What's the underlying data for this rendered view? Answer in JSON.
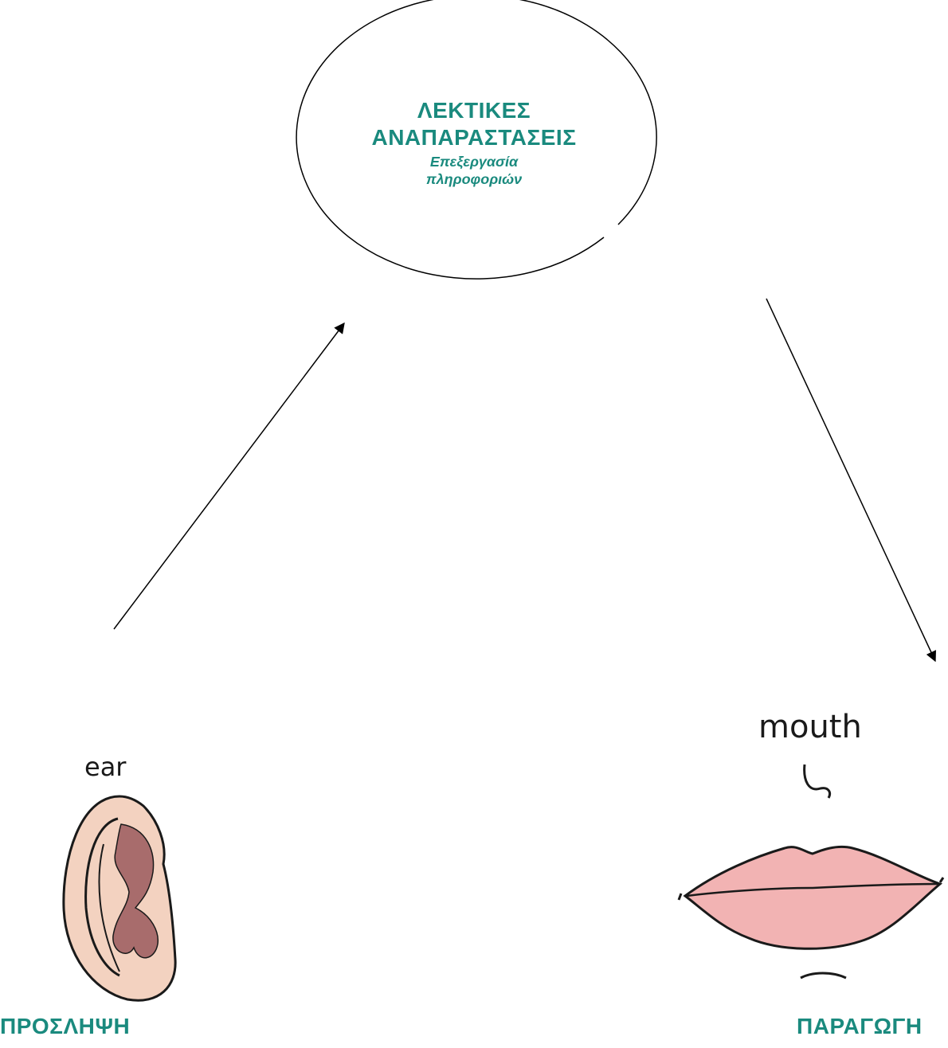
{
  "center": {
    "title_line1": "ΛΕΚΤΙΚΕΣ",
    "title_line2": "ΑΝΑΠΑΡΑΣΤΑΣΕΙΣ",
    "subtitle_line1": "Επεξεργασία",
    "subtitle_line2": "πληροφοριών"
  },
  "left": {
    "picture_label": "ear",
    "caption": "ΠΡΟΣΛΗΨΗ",
    "icon": "ear-icon"
  },
  "right": {
    "picture_label": "mouth",
    "caption": "ΠΑΡΑΓΩΓΗ",
    "icon": "mouth-icon"
  },
  "colors": {
    "text_accent": "#1a8a7e",
    "ear_skin": "#f3d2c0",
    "ear_inner": "#a86c6c",
    "lips": "#f2b3b3",
    "outline": "#1a1a1a"
  }
}
